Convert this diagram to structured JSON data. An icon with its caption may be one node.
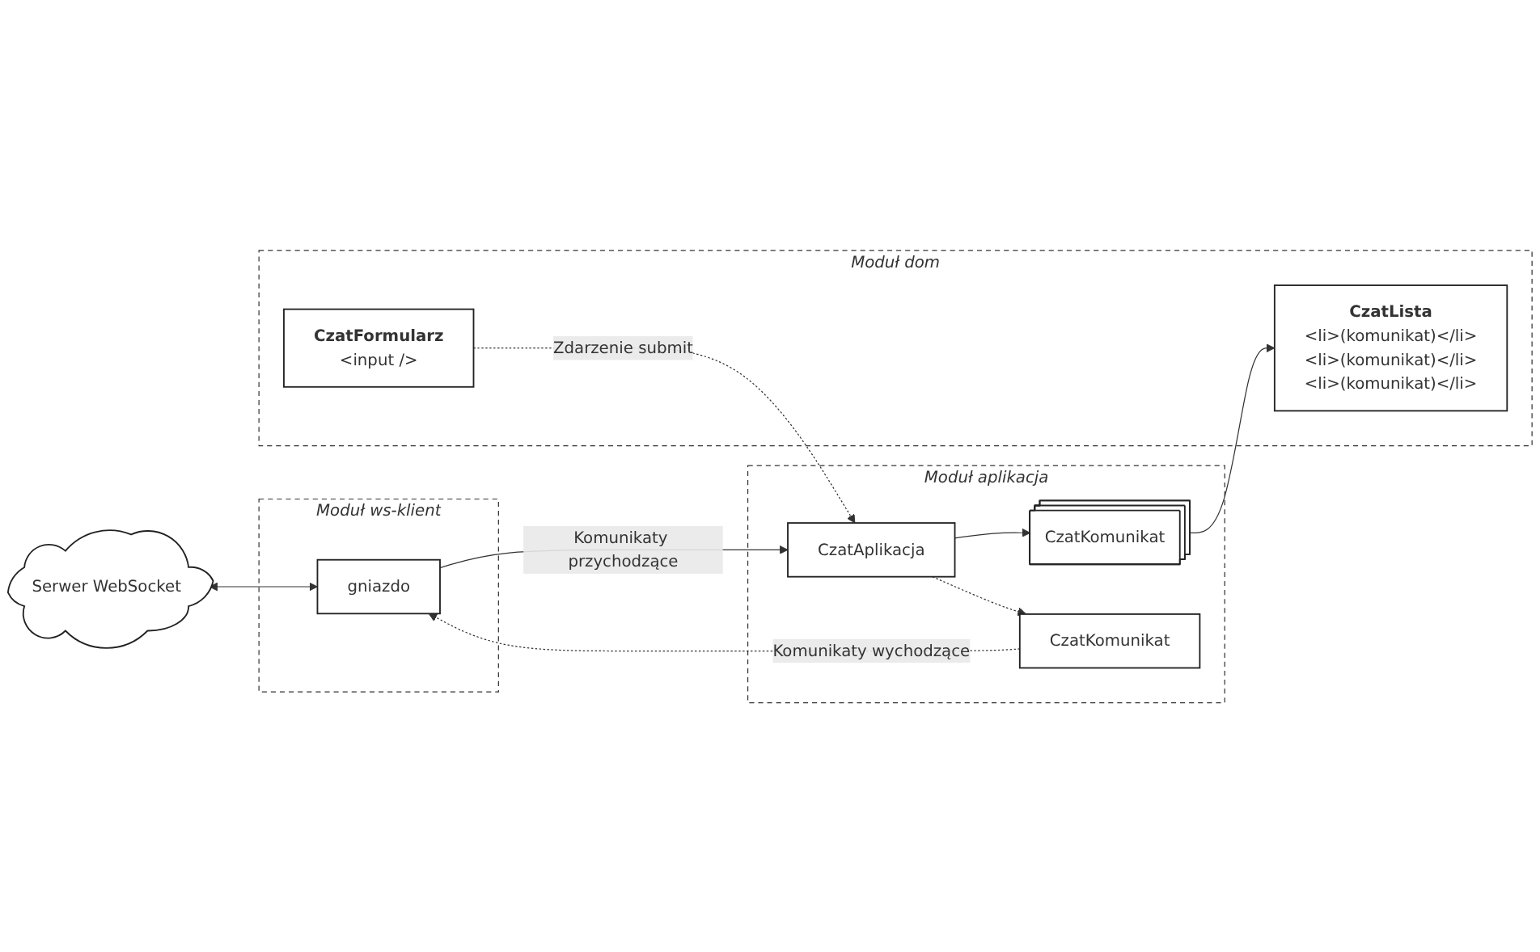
{
  "diagram": {
    "nodes": [
      {
        "text": [
          "Moduł ws-klient"
        ]
      },
      {
        "text": [
          "gniazdo"
        ],
        "in": 0
      },
      {
        "text": [
          "Serwer WebSocket"
        ]
      },
      {
        "text": [
          "Moduł aplikacja"
        ]
      },
      {
        "text": [
          "CzatAplikacja"
        ],
        "in": 3
      },
      {
        "text": [
          "CzatKomunikat"
        ],
        "in": 3
      },
      {
        "text": [
          "CzatKomunikat"
        ],
        "in": 3
      },
      {
        "text": [
          "Moduł dom"
        ]
      },
      {
        "text": [
          "CzatFormularz",
          "<input />"
        ],
        "in": 7
      },
      {
        "text": [
          "CzatLista",
          "<li>(komunikat)</li>",
          "<li>(komunikat)</li>",
          "<li>(komunikat)</li>"
        ],
        "in": 7
      }
    ],
    "edges": [
      {
        "from": 2,
        "to": 1,
        "arrow": "both"
      },
      {
        "from": 1,
        "to": 4,
        "arrow": "to",
        "label": "Komunikaty przychodzące"
      },
      {
        "from": 4,
        "to": 5,
        "arrow": "to"
      },
      {
        "from": 4,
        "to": 6,
        "arrow": "to",
        "style": "dashed"
      },
      {
        "from": 6,
        "to": 1,
        "arrow": "to",
        "style": "dashed",
        "label": "Komunikaty wychodzące"
      },
      {
        "from": 8,
        "to": 4,
        "arrow": "to",
        "style": "dashed",
        "label": "Zdarzenie submit"
      },
      {
        "from": 5,
        "to": 9,
        "arrow": "to"
      }
    ]
  }
}
